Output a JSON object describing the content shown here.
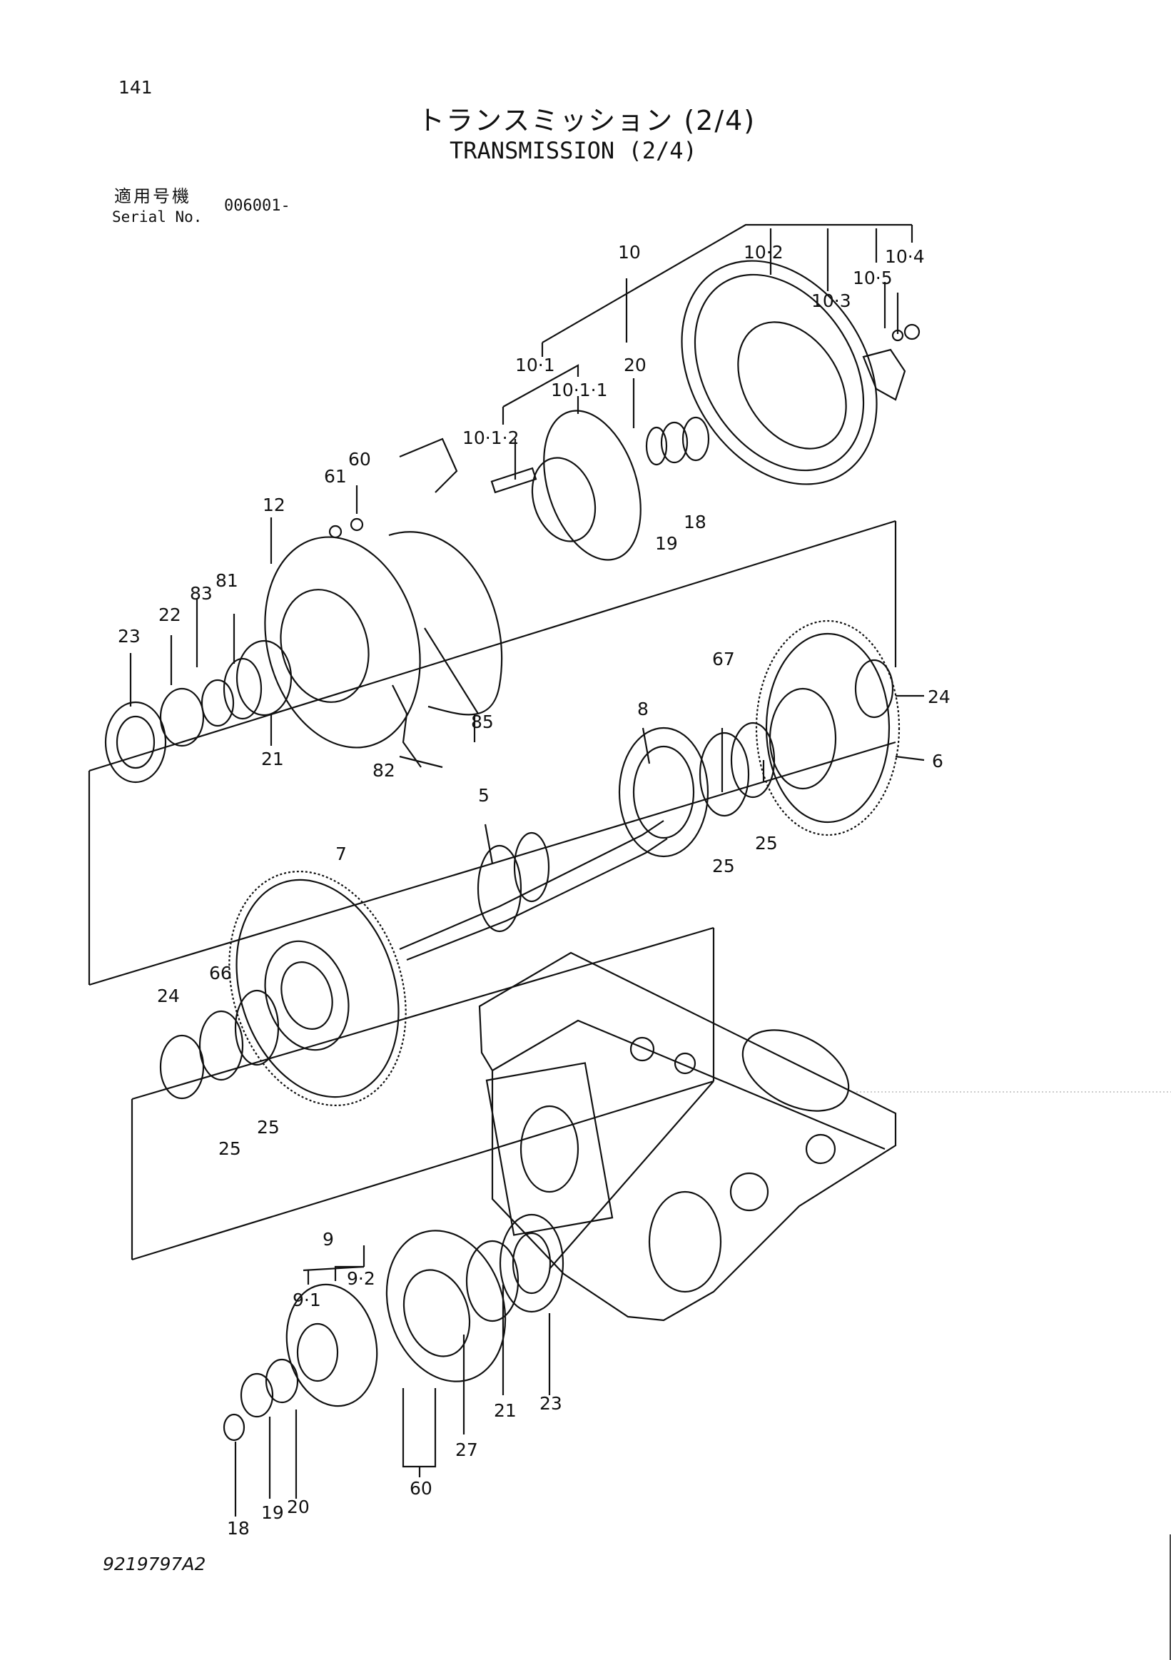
{
  "header": {
    "page_number": "141",
    "title_jp": "トランスミッション (2/4)",
    "title_en": "TRANSMISSION (2/4)",
    "serial_label_jp": "適用号機",
    "serial_label_en": "Serial No.",
    "serial_value": "006001-"
  },
  "footer": {
    "document_number": "9219797A2"
  },
  "callouts": {
    "c10": "10",
    "c10_2": "10·2",
    "c10_3": "10·3",
    "c10_4": "10·4",
    "c10_5": "10·5",
    "c10_1": "10·1",
    "c10_1_1": "10·1·1",
    "c10_1_2": "10·1·2",
    "c20a": "20",
    "c19a": "19",
    "c18a": "18",
    "c61": "61",
    "c60a": "60",
    "c12": "12",
    "c23a": "23",
    "c22": "22",
    "c83": "83",
    "c81": "81",
    "c21a": "21",
    "c85": "85",
    "c82": "82",
    "c67": "67",
    "c24a": "24",
    "c6": "6",
    "c8": "8",
    "c5": "5",
    "c25a": "25",
    "c25b": "25",
    "c7": "7",
    "c66": "66",
    "c24b": "24",
    "c25c": "25",
    "c25d": "25",
    "c9": "9",
    "c9_1": "9·1",
    "c9_2": "9·2",
    "c18b": "18",
    "c19b": "19",
    "c20b": "20",
    "c60b": "60",
    "c27": "27",
    "c21b": "21",
    "c23b": "23"
  }
}
